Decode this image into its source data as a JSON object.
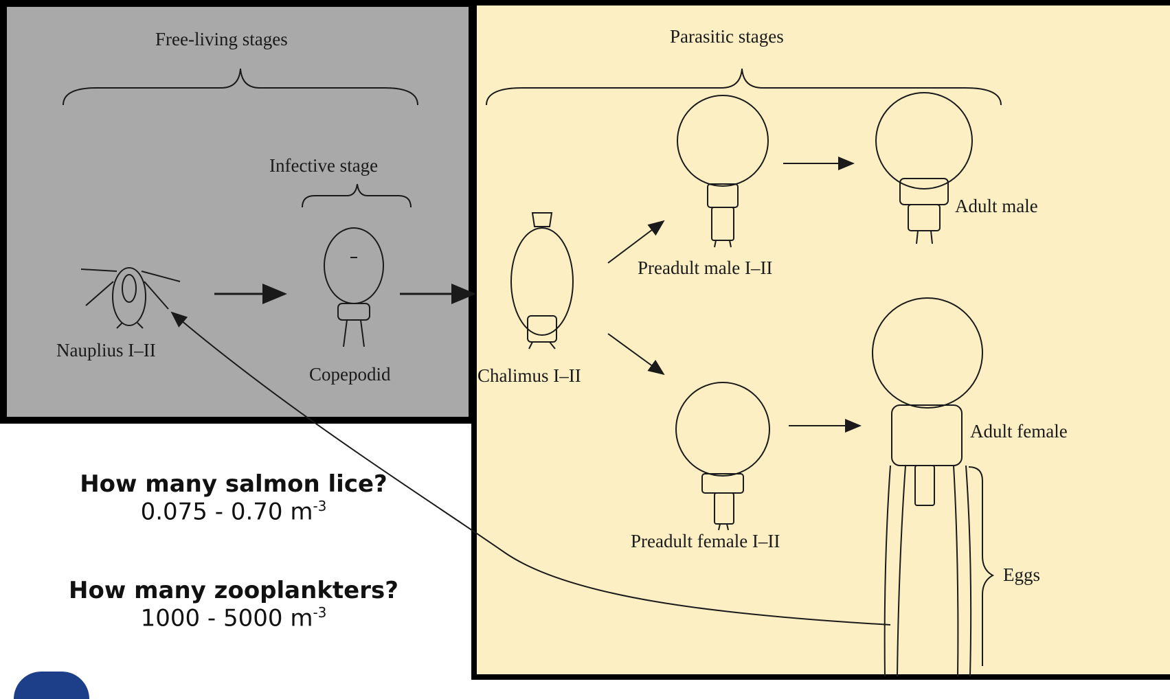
{
  "labels": {
    "free_living": "Free-living stages",
    "infective": "Infective stage",
    "parasitic": "Parasitic stages",
    "nauplius": "Nauplius I–II",
    "copepodid": "Copepodid",
    "chalimus": "Chalimus I–II",
    "preadult_male": "Preadult male I–II",
    "adult_male": "Adult male",
    "preadult_female": "Preadult female I–II",
    "adult_female": "Adult female",
    "eggs": "Eggs"
  },
  "stats": {
    "salmon_q": "How many salmon lice?",
    "salmon_v": "0.075 - 0.70 m",
    "salmon_exp": "-3",
    "zoo_q": "How many zooplankters?",
    "zoo_v": "1000 - 5000 m",
    "zoo_exp": "-3"
  },
  "colors": {
    "free_panel": "#a9a9a9",
    "parasitic_panel": "#fcefc4",
    "line": "#1a1a1a"
  }
}
